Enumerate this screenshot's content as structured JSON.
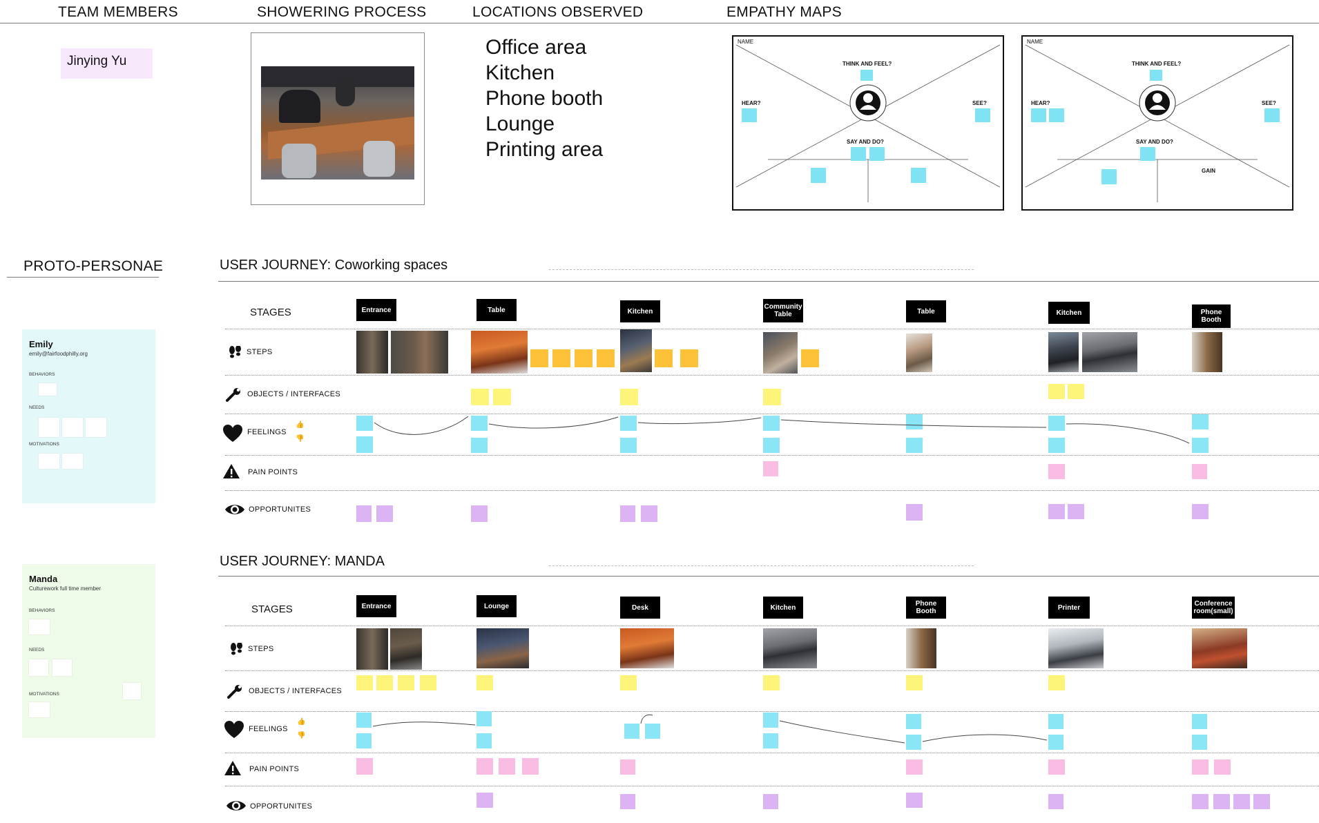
{
  "headers": {
    "team_members": "TEAM MEMBERS",
    "showering_process": "SHOWERING PROCESS",
    "locations_observed": "LOCATIONS OBSERVED",
    "empathy_maps": "EMPATHY MAPS",
    "proto_personae": "PROTO-PERSONAE"
  },
  "team": {
    "member": "Jinying Yu"
  },
  "locations": [
    "Office area",
    "Kitchen",
    "Phone booth",
    "Lounge",
    "Printing area"
  ],
  "empathy_maps": {
    "name_label": "NAME",
    "think_feel": "THINK AND FEEL?",
    "hear": "HEAR?",
    "see": "SEE?",
    "say_do": "SAY AND DO?",
    "gain": "GAIN"
  },
  "personas": [
    {
      "name": "Emily",
      "subtitle": "emily@fairfoodphilly.org",
      "behaviors": "BEHAVIORS",
      "needs": "NEEDS",
      "motivations": "MOTIVATIONS"
    },
    {
      "name": "Manda",
      "subtitle": "Culturework full time member",
      "behaviors": "BEHAVIORS",
      "needs": "NEEDS",
      "motivations": "MOTIVATIONS"
    }
  ],
  "journeys": [
    {
      "title": "USER JOURNEY: Coworking spaces",
      "stages": [
        "Entrance",
        "Table",
        "Kitchen",
        "Community Table",
        "Table",
        "Kitchen",
        "Phone Booth"
      ]
    },
    {
      "title": "USER JOURNEY: MANDA",
      "stages": [
        "Entrance",
        "Lounge",
        "Desk",
        "Kitchen",
        "Phone Booth",
        "Printer",
        "Conference room(small)"
      ]
    }
  ],
  "row_labels": {
    "stages": "STAGES",
    "steps": "STEPS",
    "objects": "OBJECTS / INTERFACES",
    "feelings": "FEELINGS",
    "pain_points": "PAIN POINTS",
    "opportunities": "OPPORTUNITES"
  },
  "icons": [
    "footsteps-icon",
    "wrench-icon",
    "heart-icon",
    "thumbs-up-icon",
    "thumbs-down-icon",
    "warning-icon",
    "eye-icon",
    "person-icon"
  ],
  "colors": {
    "sticky_yellow": "#fdf57a",
    "sticky_orange": "#fec13a",
    "sticky_cyan": "#8ae6f6",
    "sticky_pink": "#f9bde4",
    "sticky_purple": "#dcb4f4",
    "persona_emily_bg": "#e3f8f9",
    "persona_manda_bg": "#eefbe8",
    "member_bg": "#f8e8fb"
  }
}
